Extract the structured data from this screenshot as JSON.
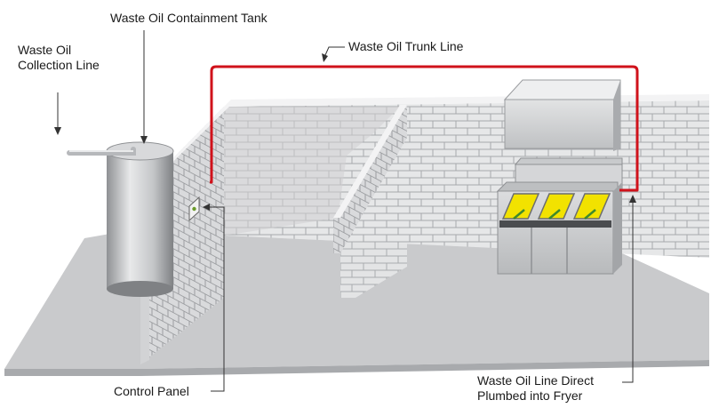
{
  "labels": {
    "containment_tank": "Waste Oil Containment Tank",
    "collection_line": [
      "Waste Oil",
      "Collection Line"
    ],
    "trunk_line": "Waste Oil Trunk Line",
    "control_panel": "Control Panel",
    "fryer_line": [
      "Waste Oil Line Direct",
      "Plumbed into Fryer"
    ]
  },
  "colors": {
    "trunk_line": "#d0121b",
    "fryer_oil": "#f2e200",
    "floor": "#c9cacc",
    "wall": "#e6e7e8",
    "mortar": "#a7a9ac"
  }
}
